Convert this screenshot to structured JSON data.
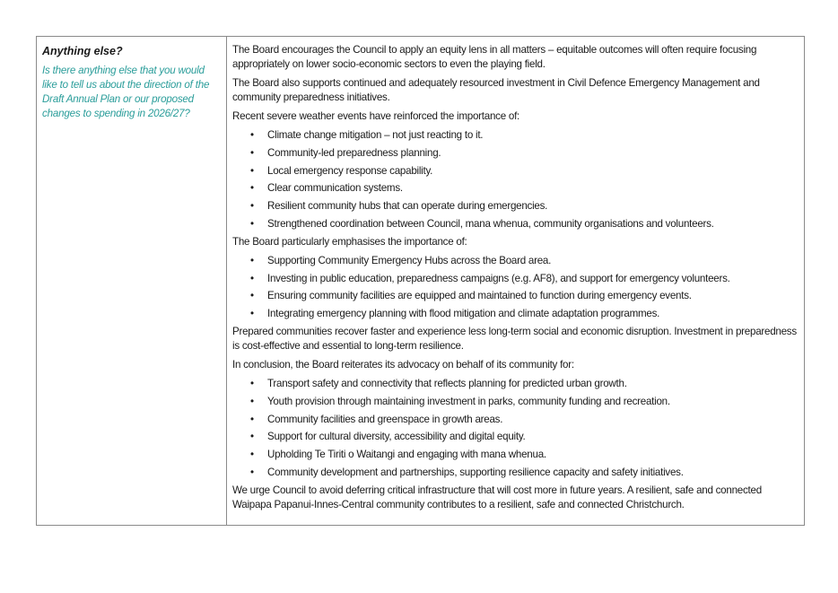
{
  "question": {
    "title": "Anything else?",
    "text": "Is there anything else that you would like to tell us about the direction of the Draft Annual Plan or our proposed changes to spending in 2026/27?"
  },
  "answer": {
    "p1": "The Board encourages the Council to apply an equity lens in all matters – equitable outcomes will often require focusing appropriately on lower socio-economic sectors to even the playing field.",
    "p2": "The Board also supports continued and adequately resourced investment in Civil Defence Emergency Management and community preparedness initiatives.",
    "p3": "Recent severe weather events have reinforced the importance of:",
    "list1": [
      "Climate change mitigation – not just reacting to it.",
      "Community-led preparedness planning.",
      "Local emergency response capability.",
      "Clear communication systems.",
      "Resilient community hubs that can operate during emergencies.",
      "Strengthened coordination between Council, mana whenua, community organisations and volunteers."
    ],
    "p4": "The Board particularly emphasises the importance of:",
    "list2": [
      "Supporting Community Emergency Hubs across the Board area.",
      "Investing in public education, preparedness campaigns (e.g. AF8), and support for emergency volunteers.",
      "Ensuring community facilities are equipped and maintained to function during emergency events.",
      "Integrating emergency planning with flood mitigation and climate adaptation programmes."
    ],
    "p5": "Prepared communities recover faster and experience less long-term social and economic disruption. Investment in preparedness is cost-effective and essential to long-term resilience.",
    "p6": "In conclusion, the Board reiterates its advocacy on behalf of its community for:",
    "list3": [
      "Transport safety and connectivity that reflects planning for predicted urban growth.",
      "Youth provision through maintaining investment in parks, community funding and recreation.",
      "Community facilities and greenspace in growth areas.",
      "Support for cultural diversity, accessibility and digital equity.",
      "Upholding Te Tiriti o Waitangi and engaging with mana whenua.",
      "Community development and partnerships, supporting resilience capacity and safety initiatives."
    ],
    "p7": "We urge Council to avoid deferring critical infrastructure that will cost more in future years. A resilient, safe and connected Waipapa Papanui-Innes-Central community contributes to a resilient, safe and connected Christchurch."
  }
}
